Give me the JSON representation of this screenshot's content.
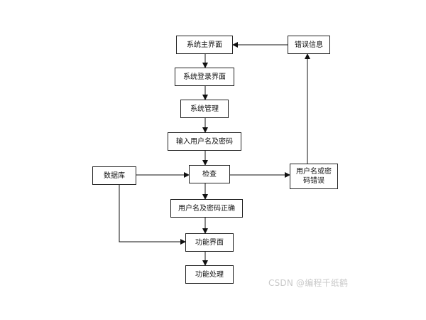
{
  "nodes": {
    "main": "系统主界面",
    "login": "系统登录界面",
    "mgmt": "系统管理",
    "input": "输入用户名及密码",
    "check": "检查",
    "ok": "用户名及密码正确",
    "func": "功能界面",
    "proc": "功能处理",
    "db": "数据库",
    "err": "错误信息",
    "wrong": "用户名或密\n码错误"
  },
  "watermark": "CSDN @编程千纸鹤"
}
